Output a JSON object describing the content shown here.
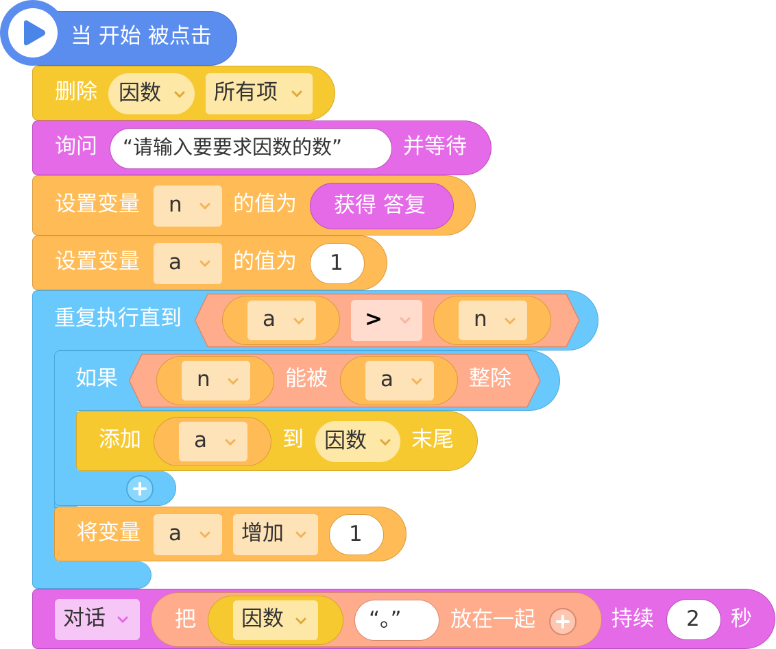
{
  "hat": {
    "label": "当 开始 被点击",
    "play_icon": "play-icon"
  },
  "delete_block": {
    "label": "删除",
    "list": "因数",
    "option": "所有项"
  },
  "ask_block": {
    "label": "询问",
    "question": "“请输入要要求因数的数”",
    "suffix": "并等待"
  },
  "set_n": {
    "label": "设置变量",
    "variable": "n",
    "middle": "的值为",
    "reporter": "获得 答复"
  },
  "set_a": {
    "label": "设置变量",
    "variable": "a",
    "middle": "的值为",
    "value": "1"
  },
  "repeat_until": {
    "label": "重复执行直到",
    "left": "a",
    "operator": ">",
    "right": "n"
  },
  "if_block": {
    "label": "如果",
    "left": "n",
    "middle": "能被",
    "right": "a",
    "suffix": "整除"
  },
  "add_block": {
    "label": "添加",
    "item": "a",
    "to": "到",
    "list": "因数",
    "suffix": "末尾"
  },
  "change_a": {
    "label": "将变量",
    "variable": "a",
    "op": "增加",
    "value": "1"
  },
  "say_block": {
    "kind": "对话",
    "join_prefix": "把",
    "list": "因数",
    "separator": "“。”",
    "join_suffix": "放在一起",
    "duration_label": "持续",
    "seconds": "2",
    "unit": "秒"
  },
  "colors": {
    "events": "#5b8def",
    "list": "#f7c931",
    "sensing": "#e56ae8",
    "variables": "#ffbb55",
    "control": "#69c9fd",
    "operators": "#ffac8d"
  }
}
